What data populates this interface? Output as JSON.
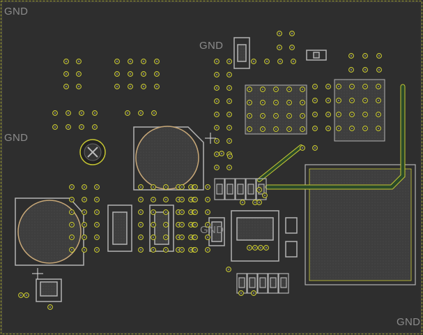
{
  "layer_labels": {
    "top_left": "GND",
    "mid_top": "GND",
    "left": "GND",
    "center": "GND",
    "bottom_right": "GND"
  },
  "colors": {
    "background": "#2e2e2e",
    "copper_pour": "#3b3b3b",
    "pad_ring": "#c8c832",
    "silkscreen": "#b4b4b4",
    "trace_outline": "#c8c832",
    "trace_fill": "#2a4a2a",
    "board_edge": "#c8c832"
  },
  "icons": [
    "via-icon",
    "mounting-hole-icon",
    "crosshair-icon"
  ]
}
